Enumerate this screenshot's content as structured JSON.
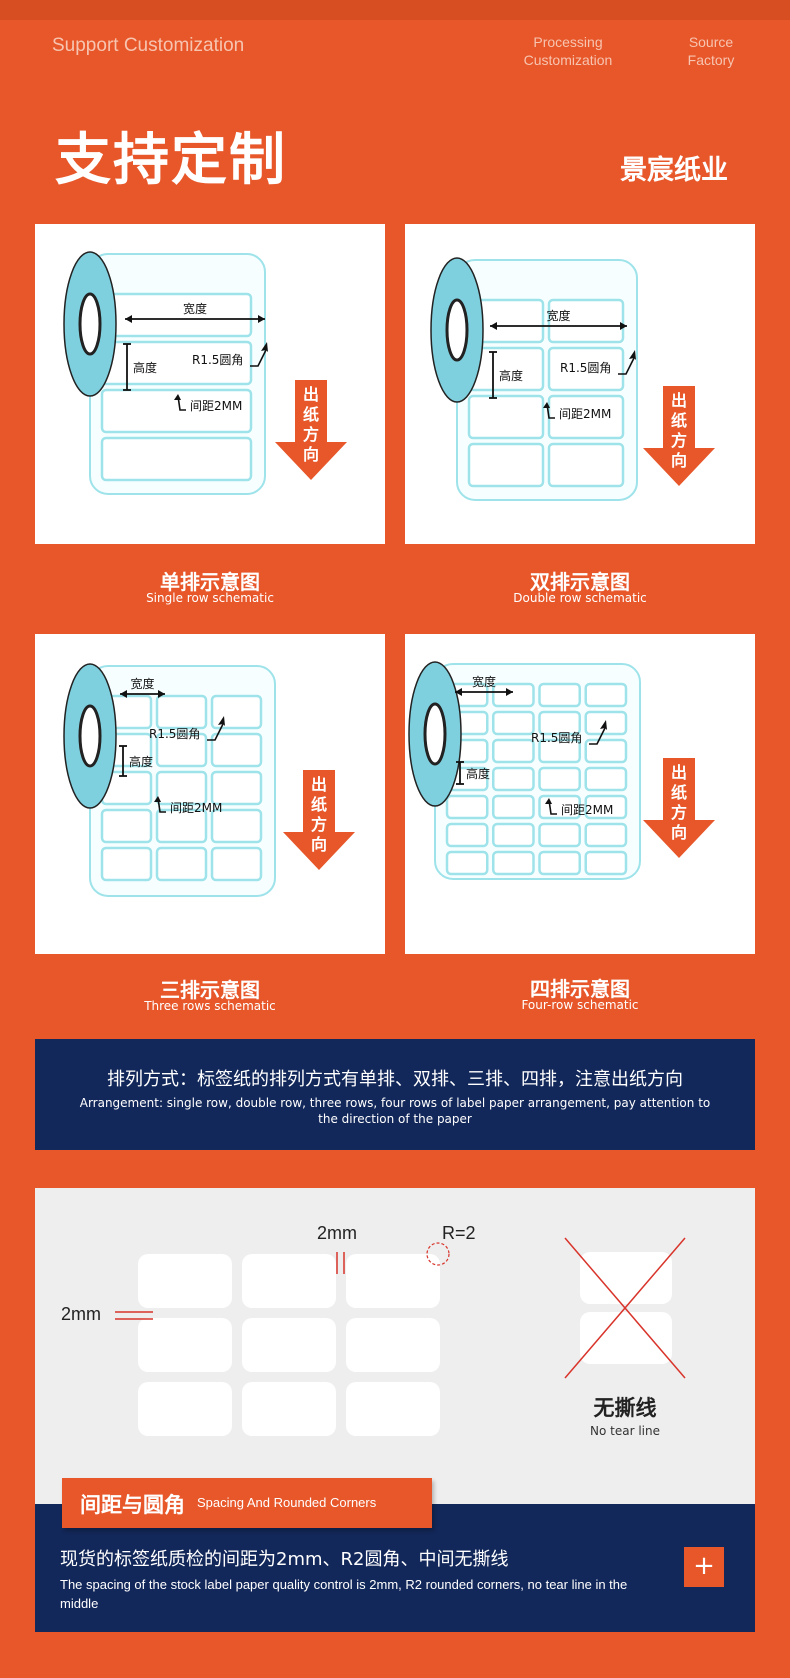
{
  "header": {
    "left": "Support Customization",
    "right1": [
      "Processing",
      "Customization"
    ],
    "right2": [
      "Source",
      "Factory"
    ],
    "title": "支持定制",
    "brand": "景宸纸业"
  },
  "labels": {
    "width": "宽度",
    "height": "高度",
    "corner": "R1.5圆角",
    "gap": "间距2MM",
    "direction": [
      "出",
      "纸",
      "方",
      "向"
    ]
  },
  "panels": [
    {
      "cn": "单排示意图",
      "en": "Single row schematic"
    },
    {
      "cn": "双排示意图",
      "en": "Double row schematic"
    },
    {
      "cn": "三排示意图",
      "en": "Three rows schematic"
    },
    {
      "cn": "四排示意图",
      "en": "Four-row schematic"
    }
  ],
  "arrangement": {
    "cn": "排列方式：标签纸的排列方式有单排、双排、三排、四排，注意出纸方向",
    "en": "Arrangement: single row, double row, three rows, four rows of label paper arrangement, pay attention to the direction of the paper"
  },
  "spacing": {
    "gap_top": "2mm",
    "gap_left": "2mm",
    "radius": "R=2",
    "no_tear_cn": "无撕线",
    "no_tear_en": "No tear line"
  },
  "footer": {
    "tag_cn": "间距与圆角",
    "tag_en": "Spacing And Rounded Corners",
    "cn": "现货的标签纸质检的间距为2mm、R2圆角、中间无撕线",
    "en": "The spacing of the stock label paper quality control is 2mm, R2 rounded corners, no tear line in the middle",
    "plus": "+"
  },
  "colors": {
    "orange": "#E7572A",
    "navy": "#13285A",
    "label_edge": "#9EE3EA",
    "core": "#7FD0DE"
  }
}
